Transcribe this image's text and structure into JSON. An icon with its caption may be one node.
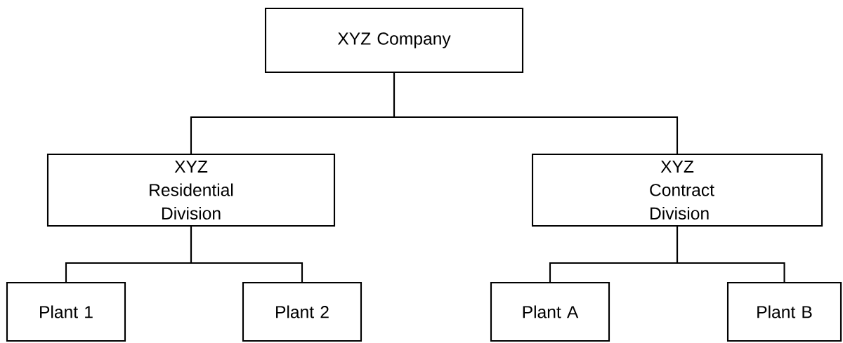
{
  "diagram": {
    "nodes": [
      {
        "text": [
          "XYZ Company"
        ]
      },
      {
        "text": [
          "XYZ Residential Division"
        ]
      },
      {
        "text": [
          "XYZ Contract Division"
        ]
      },
      {
        "text": [
          "Plant 1"
        ]
      },
      {
        "text": [
          "Plant 2"
        ]
      },
      {
        "text": [
          "Plant A"
        ]
      },
      {
        "text": [
          "Plant B"
        ]
      }
    ],
    "edges": [
      {
        "from": 0,
        "to": 1,
        "arrow": "none"
      },
      {
        "from": 0,
        "to": 2,
        "arrow": "none"
      },
      {
        "from": 1,
        "to": 3,
        "arrow": "none"
      },
      {
        "from": 1,
        "to": 4,
        "arrow": "none"
      },
      {
        "from": 2,
        "to": 5,
        "arrow": "none"
      },
      {
        "from": 2,
        "to": 6,
        "arrow": "none"
      }
    ]
  }
}
